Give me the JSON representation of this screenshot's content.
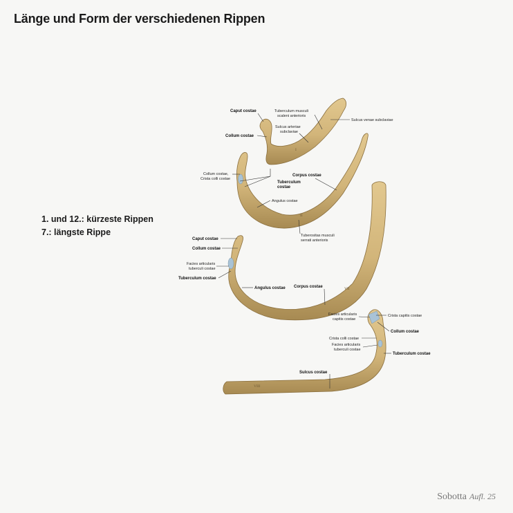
{
  "title": "Länge und Form der verschiedenen Rippen",
  "notes": {
    "line1": "1. und 12.: kürzeste Rippen",
    "line2": "7.: längste Rippe"
  },
  "rib_numbers": {
    "first": "I",
    "second": "II",
    "seventh": "VII",
    "eighth": "VIII"
  },
  "labels": {
    "rib1": {
      "caput": "Caput costae",
      "tuberculum_scaleni_1": "Tuberculum musculi",
      "tuberculum_scaleni_2": "scaleni anterioris",
      "sulcus_venae": "Sulcus venae subclaviae",
      "sulcus_arteriae_1": "Sulcus arteriae",
      "sulcus_arteriae_2": "subclaviae",
      "collum": "Collum costae"
    },
    "rib2": {
      "collum_crista_1": "Collum costae,",
      "collum_crista_2": "Crista colli costae",
      "corpus": "Corpus costae",
      "tuberculum_1": "Tuberculum",
      "tuberculum_2": "costae",
      "angulus": "Angulus costae",
      "tuberositas_1": "Tuberositas musculi",
      "tuberositas_2": "serrati anterioris"
    },
    "rib7": {
      "caput": "Caput costae",
      "collum": "Collum costae",
      "facies_1": "Facies articularis",
      "facies_2": "tuberculi costae",
      "tuberculum": "Tuberculum costae",
      "angulus": "Angulus costae",
      "corpus": "Corpus costae"
    },
    "rib8": {
      "facies_capitis_1": "Facies articularis",
      "facies_capitis_2": "capitis costae",
      "crista_capitis": "Crista capitis costae",
      "collum": "Collum costae",
      "crista_colli": "Crista colli costae",
      "facies_tuberculi_1": "Facies articularis",
      "facies_tuberculi_2": "tuberculi costae",
      "tuberculum": "Tuberculum costae",
      "sulcus": "Sulcus costae"
    }
  },
  "brand": {
    "name": "Sobotta",
    "edition": "Aufl. 25"
  },
  "colors": {
    "background": "#f7f7f5",
    "bone": "#d2b57a",
    "bone_shade": "#a78a52",
    "bone_edge": "#8a6f3e",
    "cartilage": "#a9c3d6"
  }
}
